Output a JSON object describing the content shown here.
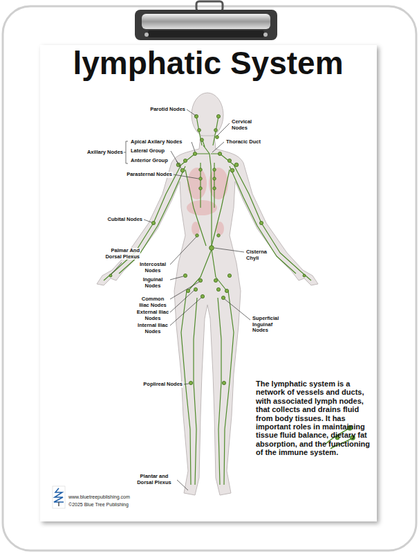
{
  "diagram": {
    "title": "lymphatic System",
    "labels": [
      "Parotid Nodes",
      "Cervical Nodes",
      "Axillary Nodes",
      "Apical Axilary Nodes",
      "Lateral Group",
      "Anterior Group",
      "Thoracic Duct",
      "Parasternal Nodes",
      "Cubital Nodes",
      "Palmar And Dorsal Plexus",
      "Cisterna Chyli",
      "Intercostal Nodes",
      "Inguinal Nodes",
      "Common Iliac Nodes",
      "External Iliac Nodes",
      "Internal Iliac Nodes",
      "Superficial Inguinaf Nodes",
      "Poplireal Nodes",
      "Plantar and Dorsal Plexus",
      "The lymphatic system is a network of vessels and ducts, with associated lymph nodes, that collects and drains fluid from body tissues. It has important roles in maintaining tissue fluid balance, dietary fat absorption, and the functioning of the immune system.",
      "www.bluetreepublishing.com",
      "©2025 Blue Tree Publishing"
    ]
  }
}
